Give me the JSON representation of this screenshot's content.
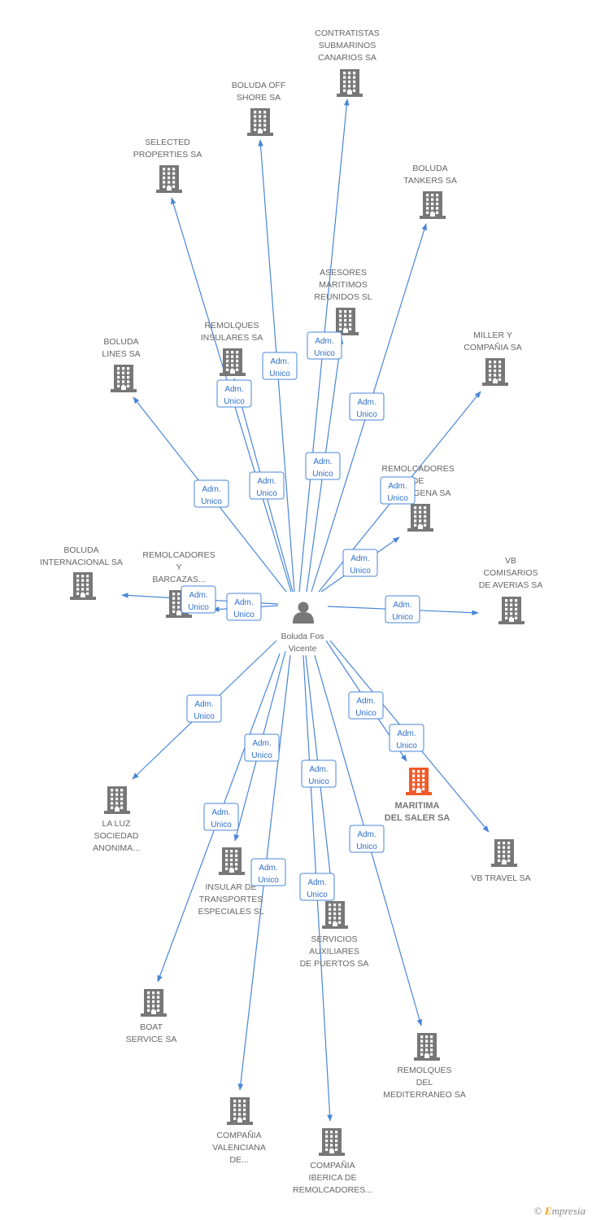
{
  "colors": {
    "edge": "#4a86d8",
    "building": "#777777",
    "highlight": "#f05a2a",
    "person": "#777777"
  },
  "center": {
    "label": [
      "Boluda Fos",
      "Vicente"
    ]
  },
  "companies": [
    {
      "id": "contratistas",
      "label": [
        "CONTRATISTAS",
        "SUBMARINOS",
        "CANARIOS SA"
      ]
    },
    {
      "id": "offshore",
      "label": [
        "BOLUDA OFF",
        "SHORE SA"
      ]
    },
    {
      "id": "selected",
      "label": [
        "SELECTED",
        "PROPERTIES SA"
      ]
    },
    {
      "id": "tankers",
      "label": [
        "BOLUDA",
        "TANKERS SA"
      ]
    },
    {
      "id": "asesores",
      "label": [
        "ASESORES",
        "MARITIMOS",
        "REUNIDOS SL"
      ]
    },
    {
      "id": "remolques_ins",
      "label": [
        "REMOLQUES",
        "INSULARES SA"
      ]
    },
    {
      "id": "lines",
      "label": [
        "BOLUDA",
        "LINES SA"
      ]
    },
    {
      "id": "miller",
      "label": [
        "MILLER Y",
        "COMPAÑIA SA"
      ]
    },
    {
      "id": "cartagena",
      "label": [
        "REMOLCADORES",
        "DE",
        "CARTAGENA SA"
      ]
    },
    {
      "id": "internacional",
      "label": [
        "BOLUDA",
        "INTERNACIONAL SA"
      ]
    },
    {
      "id": "barcazas",
      "label": [
        "REMOLCADORES",
        "Y",
        "BARCAZAS..."
      ]
    },
    {
      "id": "comisarios",
      "label": [
        "VB",
        "COMISARIOS",
        "DE AVERIAS SA"
      ]
    },
    {
      "id": "luz",
      "label": [
        "LA LUZ",
        "SOCIEDAD",
        "ANONIMA..."
      ]
    },
    {
      "id": "maritima",
      "label": [
        "MARITIMA",
        "DEL SALER SA"
      ],
      "highlight": true
    },
    {
      "id": "vbtravel",
      "label": [
        "VB TRAVEL SA"
      ]
    },
    {
      "id": "insular",
      "label": [
        "INSULAR DE",
        "TRANSPORTES",
        "ESPECIALES SL"
      ]
    },
    {
      "id": "servicios",
      "label": [
        "SERVICIOS",
        "AUXILIARES",
        "DE PUERTOS SA"
      ]
    },
    {
      "id": "boat",
      "label": [
        "BOAT",
        "SERVICE SA"
      ]
    },
    {
      "id": "mediterraneo",
      "label": [
        "REMOLQUES",
        "DEL",
        "MEDITERRANEO SA"
      ]
    },
    {
      "id": "valenciana",
      "label": [
        "COMPAÑIA",
        "VALENCIANA",
        "DE..."
      ]
    },
    {
      "id": "iberica",
      "label": [
        "COMPAÑIA",
        "IBERICA DE",
        "REMOLCADORES..."
      ]
    }
  ],
  "edge_label": [
    "Adm.",
    "Unico"
  ],
  "brand": {
    "symbol": "©",
    "first": "E",
    "rest": "mpresia"
  }
}
